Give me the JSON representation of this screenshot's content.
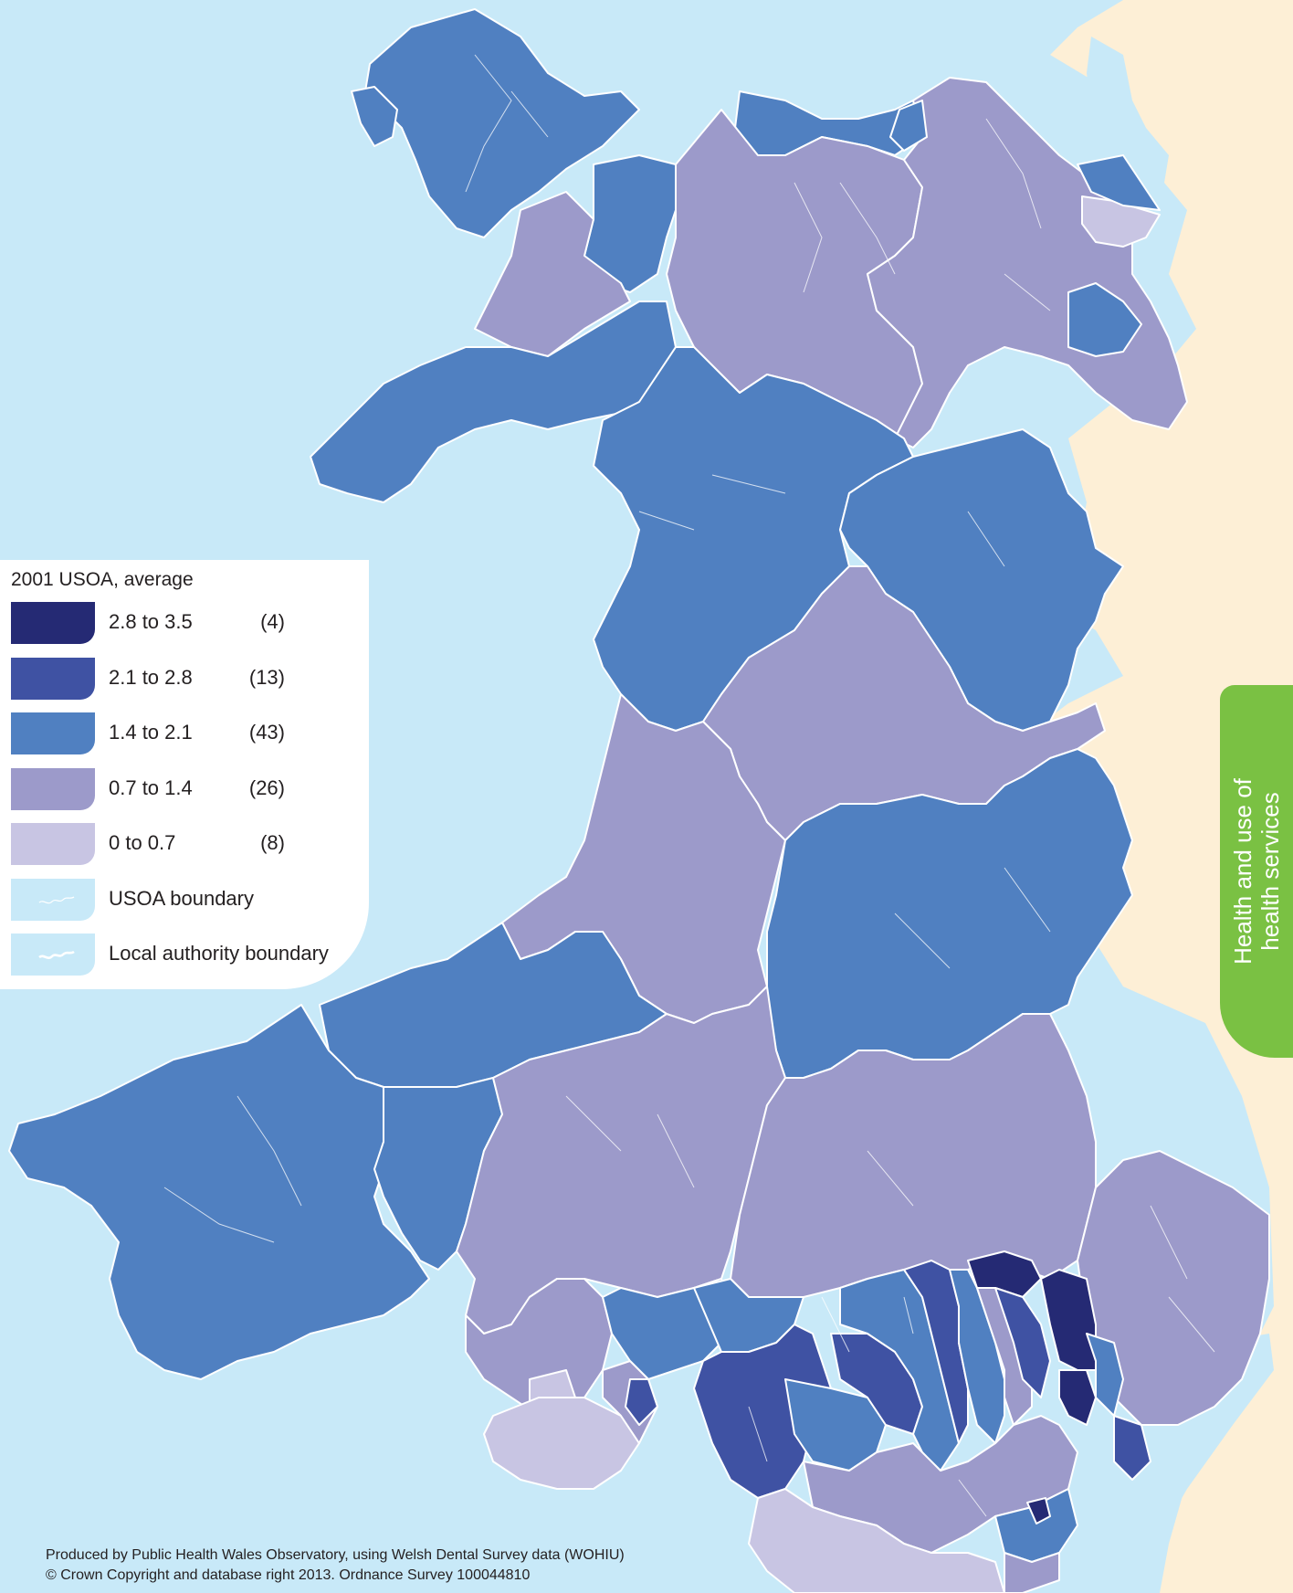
{
  "colors": {
    "sea": "#c8e9f8",
    "england": "#fdefd6",
    "class_2_8_to_3_5": "#252a74",
    "class_2_1_to_2_8": "#3f52a3",
    "class_1_4_to_2_1": "#5080c1",
    "class_0_7_to_1_4": "#9c9aca",
    "class_0_to_0_7": "#c8c5e3",
    "tab_green": "#7ac143"
  },
  "legend": {
    "title": "2001 USOA, average",
    "items": [
      {
        "label": "2.8 to 3.5",
        "count": "(4)",
        "color": "#252a74"
      },
      {
        "label": "2.1 to 2.8",
        "count": "(13)",
        "color": "#3f52a3"
      },
      {
        "label": "1.4 to 2.1",
        "count": "(43)",
        "color": "#5080c1"
      },
      {
        "label": "0.7 to 1.4",
        "count": "(26)",
        "color": "#9c9aca"
      },
      {
        "label": "0 to 0.7",
        "count": "(8)",
        "color": "#c8c5e3"
      },
      {
        "label": "USOA boundary",
        "color": "#c8e9f8",
        "icon": "thin-wavy-line-icon"
      },
      {
        "label": "Local authority boundary",
        "color": "#c8e9f8",
        "icon": "thick-wavy-line-icon"
      }
    ]
  },
  "side_tab": {
    "line1": "Health and use of",
    "line2": "health services"
  },
  "credits": {
    "line1": "Produced by Public Health Wales Observatory, using Welsh Dental Survey data (WOHIU)",
    "line2": "© Crown Copyright and database right 2013. Ordnance Survey 100044810"
  }
}
